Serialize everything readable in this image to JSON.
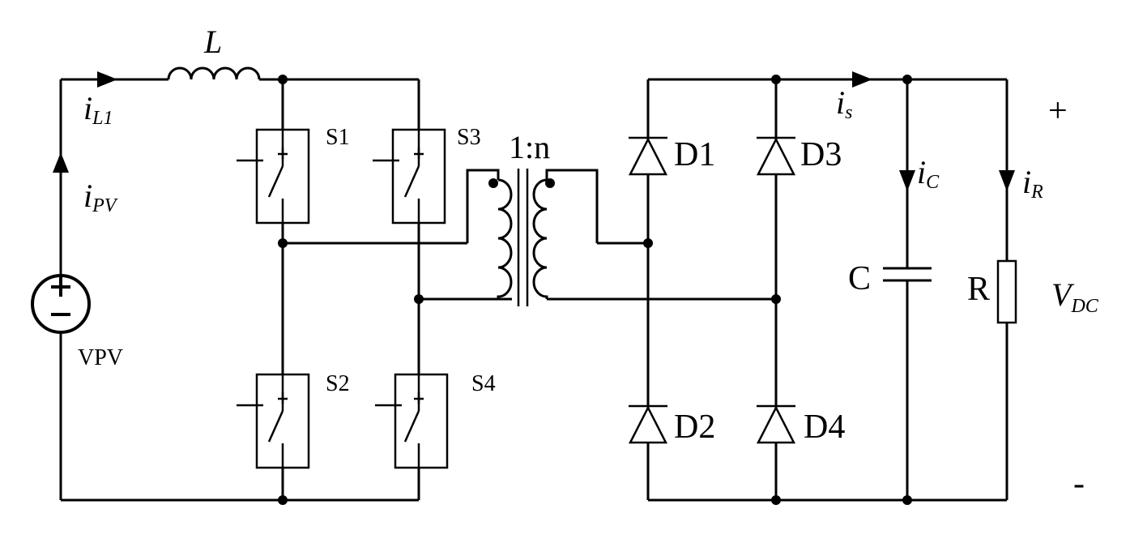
{
  "labels": {
    "inductor": "L",
    "i_L1": "i",
    "i_L1_sub": "L1",
    "i_PV": "i",
    "i_PV_sub": "PV",
    "source": "VPV",
    "s1": "S1",
    "s2": "S2",
    "s3": "S3",
    "s4": "S4",
    "ratio": "1:n",
    "d1": "D1",
    "d2": "D2",
    "d3": "D3",
    "d4": "D4",
    "i_s": "i",
    "i_s_sub": "s",
    "i_C": "i",
    "i_C_sub": "C",
    "i_R": "i",
    "i_R_sub": "R",
    "capacitor": "C",
    "resistor": "R",
    "v_dc": "V",
    "v_dc_sub": "DC",
    "plus": "+",
    "minus": "-"
  },
  "colors": {
    "stroke": "#000000",
    "background": "#ffffff"
  }
}
